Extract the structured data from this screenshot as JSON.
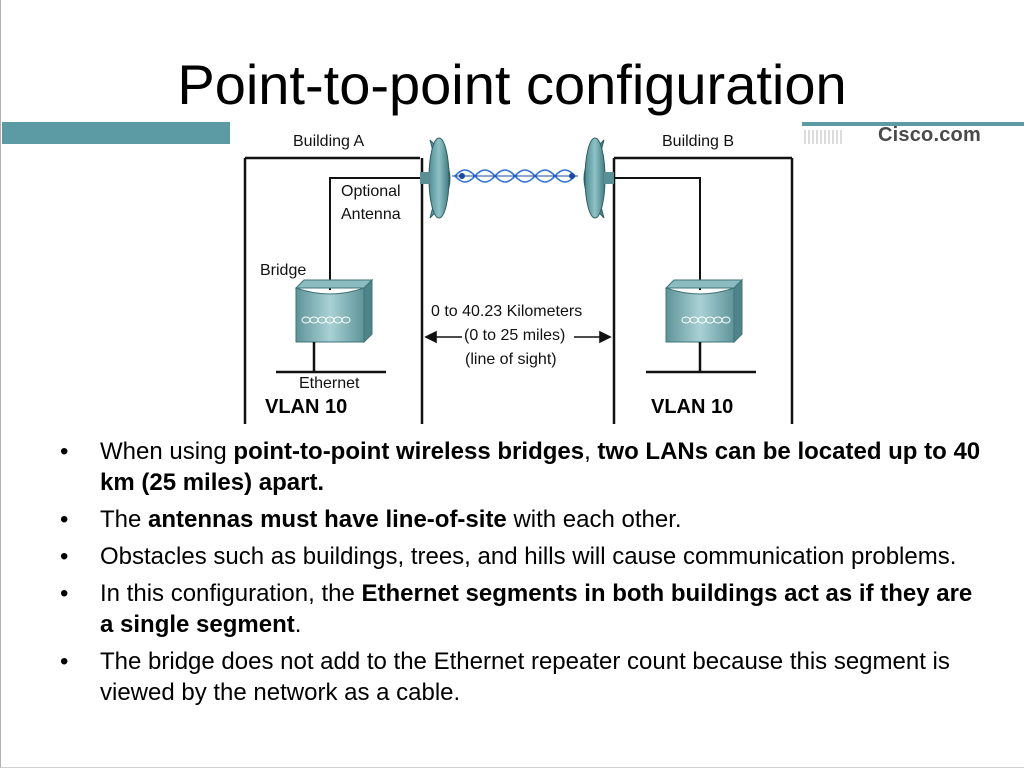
{
  "slide": {
    "title": "Point-to-point configuration",
    "logo": "Cisco.com"
  },
  "diagram": {
    "building_a": "Building A",
    "building_b": "Building B",
    "optional_antenna_line1": "Optional",
    "optional_antenna_line2": "Antenna",
    "bridge": "Bridge",
    "distance_line1": "0 to 40.23 Kilometers",
    "distance_line2": "(0 to 25 miles)",
    "distance_line3": "(line of sight)",
    "ethernet": "Ethernet",
    "vlan_left": "VLAN 10",
    "vlan_right": "VLAN 10"
  },
  "bullets": [
    {
      "segments": [
        {
          "text": "When using ",
          "bold": false
        },
        {
          "text": "point-to-point wireless bridges",
          "bold": true
        },
        {
          "text": ", ",
          "bold": false
        },
        {
          "text": "two LANs can be located up to 40 km (25 miles) apart.",
          "bold": true
        }
      ]
    },
    {
      "segments": [
        {
          "text": "The ",
          "bold": false
        },
        {
          "text": "antennas must have line-of-site",
          "bold": true
        },
        {
          "text": " with each other.",
          "bold": false
        }
      ]
    },
    {
      "segments": [
        {
          "text": "Obstacles such as buildings, trees, and hills will cause communication problems.",
          "bold": false
        }
      ]
    },
    {
      "segments": [
        {
          "text": "In this configuration, the ",
          "bold": false
        },
        {
          "text": "Ethernet segments in both buildings act as if they are a single segment",
          "bold": true
        },
        {
          "text": ".",
          "bold": false
        }
      ]
    },
    {
      "segments": [
        {
          "text": "The bridge does not add to the Ethernet repeater count because this segment is viewed by the network as a cable.",
          "bold": false
        }
      ]
    }
  ],
  "colors": {
    "accent": "#5d9ba4",
    "device": "#6fa3a8",
    "wave": "#2f6fd6"
  },
  "icons": [
    "dish-antenna-icon",
    "bridge-device-icon",
    "wireless-wave-icon"
  ]
}
